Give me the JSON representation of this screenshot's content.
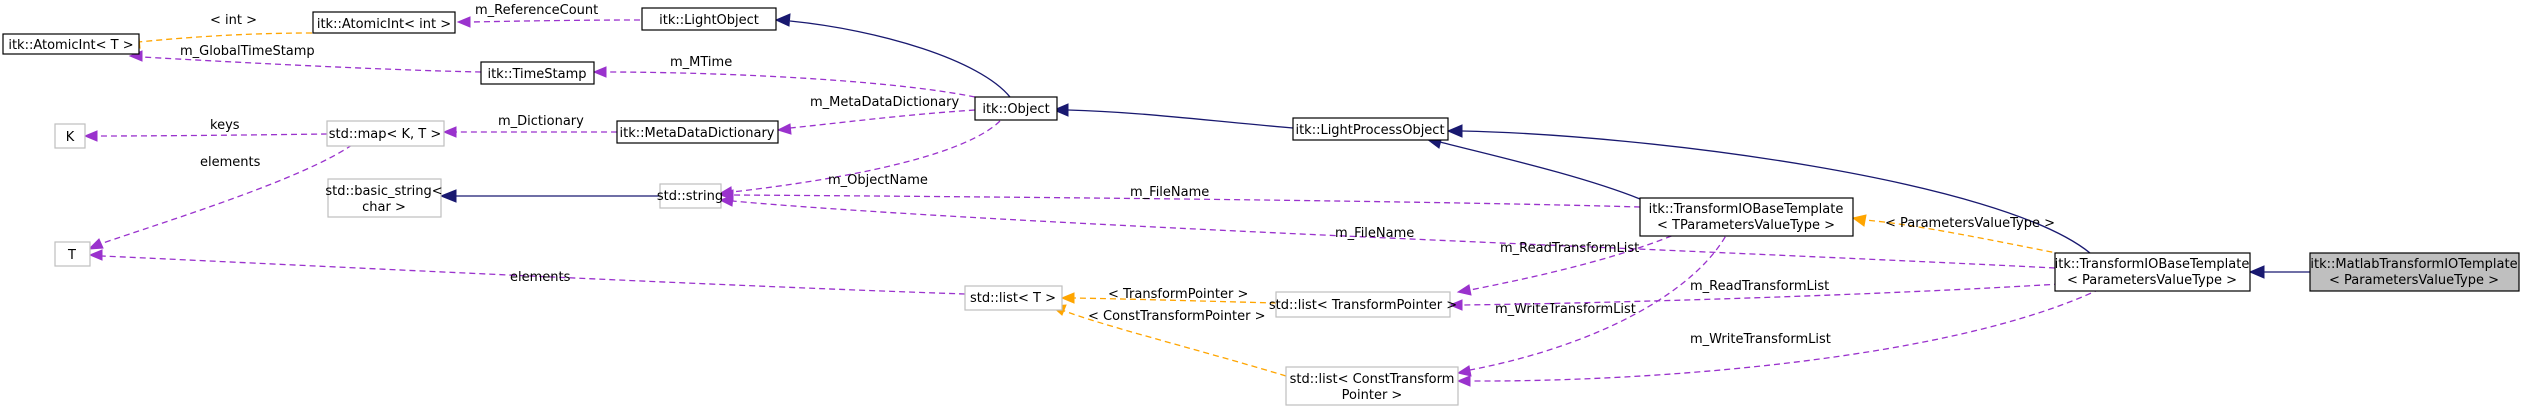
{
  "colors": {
    "inheritance": "#191970",
    "member": "#9a32cd",
    "template": "#ffa500",
    "node_border": "#000000",
    "external_border": "#bfbfbf",
    "focus_fill": "#bfbfbf"
  },
  "nodes": {
    "atomicint_t": [
      "itk::AtomicInt< T >"
    ],
    "atomicint_int": [
      "itk::AtomicInt< int >"
    ],
    "lightobject": [
      "itk::LightObject"
    ],
    "timestamp": [
      "itk::TimeStamp"
    ],
    "object": [
      "itk::Object"
    ],
    "metadatadictionary": [
      "itk::MetaDataDictionary"
    ],
    "k": [
      "K"
    ],
    "std_map": [
      "std::map< K, T >"
    ],
    "basic_string": [
      "std::basic_string<",
      "char >"
    ],
    "std_string": [
      "std::string"
    ],
    "t": [
      "T"
    ],
    "lightprocessobject": [
      "itk::LightProcessObject"
    ],
    "tio_base_tparams": [
      "itk::TransformIOBaseTemplate",
      "< TParametersValueType >"
    ],
    "tio_base_params": [
      "itk::TransformIOBaseTemplate",
      "< ParametersValueType >"
    ],
    "matlab_tio": [
      "itk::MatlabTransformIOTemplate",
      "< ParametersValueType >"
    ],
    "std_list_t": [
      "std::list< T >"
    ],
    "std_list_tp": [
      "std::list< TransformPointer >"
    ],
    "std_list_ctp": [
      "std::list< ConstTransform",
      "Pointer >"
    ]
  },
  "edges": {
    "int_template": "< int >",
    "m_referencecount": "m_ReferenceCount",
    "m_globaltimestamp": "m_GlobalTimeStamp",
    "m_mtime": "m_MTime",
    "m_metadatadictionary": "m_MetaDataDictionary",
    "m_dictionary": "m_Dictionary",
    "keys": "keys",
    "elements_map": "elements",
    "m_objectname": "m_ObjectName",
    "m_filename_1": "m_FileName",
    "m_filename_2": "m_FileName",
    "params_template": "< ParametersValueType >",
    "m_readtransformlist_1": "m_ReadTransformList",
    "m_writetransformlist_1": "m_WriteTransformList",
    "m_readtransformlist_2": "m_ReadTransformList",
    "m_writetransformlist_2": "m_WriteTransformList",
    "elements_list": "elements",
    "transformpointer_template": "< TransformPointer >",
    "consttransformpointer_template": "< ConstTransformPointer >"
  }
}
